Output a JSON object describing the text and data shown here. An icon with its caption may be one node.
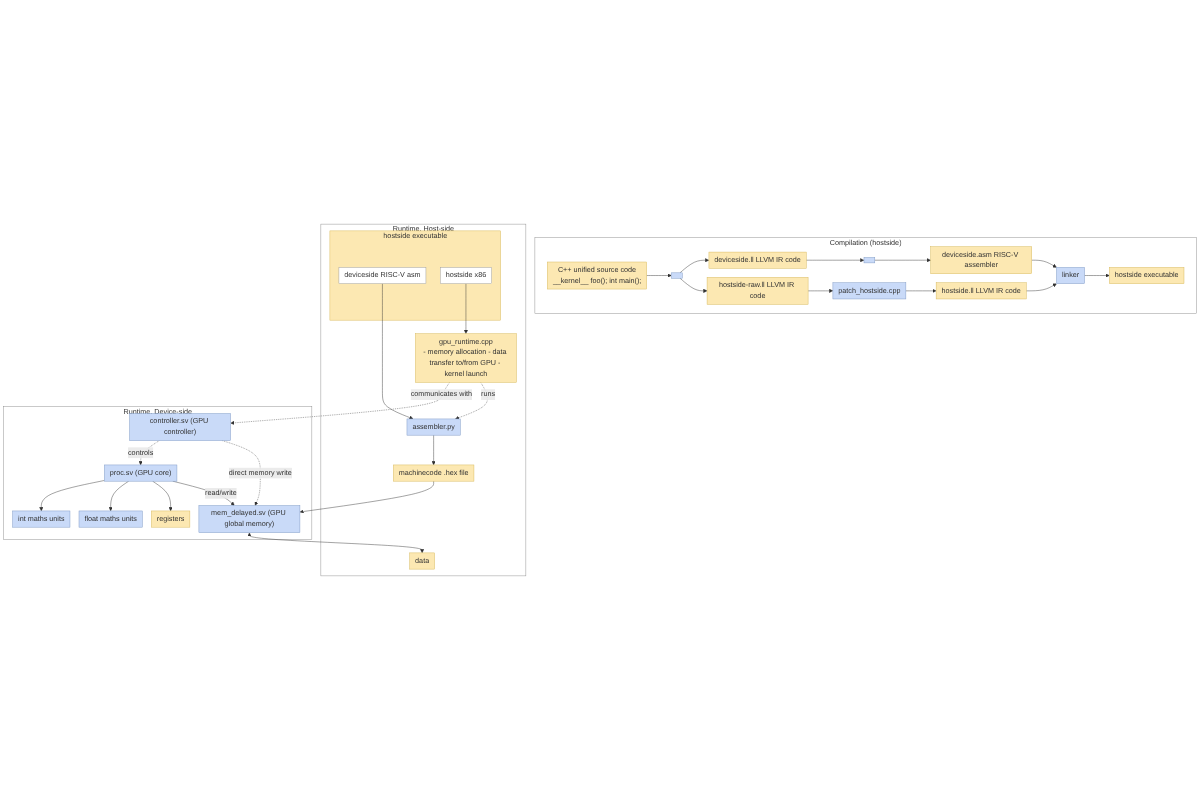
{
  "diagram": {
    "nodes": [
      {
        "text": [
          "Compilation (hostside)"
        ]
      },
      {
        "text": [
          "C++ unified source code",
          "__kernel__ foo(); int main();"
        ],
        "in": 0
      },
      {
        "text": [],
        "shape": "box",
        "in": 0
      },
      {
        "text": [
          "deviceside.ll LLVM IR code"
        ],
        "in": 0
      },
      {
        "text": [],
        "shape": "box",
        "in": 0
      },
      {
        "text": [
          "deviceside.asm RISC-V assembler"
        ],
        "in": 0
      },
      {
        "text": [
          "hostside-raw.ll LLVM IR code"
        ],
        "in": 0
      },
      {
        "text": [
          "patch_hostside.cpp"
        ],
        "in": 0
      },
      {
        "text": [
          "hostside.ll LLVM IR code"
        ],
        "in": 0
      },
      {
        "text": [
          "linker"
        ],
        "in": 0
      },
      {
        "text": [
          "hostside executable"
        ],
        "in": 0
      },
      {
        "text": [
          "Runtime, Host-side"
        ]
      },
      {
        "text": [
          "hostside executable"
        ],
        "in": 11
      },
      {
        "text": [
          "deviceside RISC-V asm"
        ],
        "in": 12
      },
      {
        "text": [
          "hostside x86"
        ],
        "in": 12
      },
      {
        "text": [
          "data"
        ],
        "in": 11
      },
      {
        "text": [
          "assembler.py"
        ],
        "in": 11
      },
      {
        "text": [
          "machinecode .hex file"
        ],
        "in": 11
      },
      {
        "text": [
          "gpu_runtime.cpp",
          "- memory allocation - data transfer to/from GPU - kernel launch"
        ],
        "in": 11
      },
      {
        "text": [
          "Runtime, Device-side"
        ]
      },
      {
        "text": [
          "mem_delayed.sv (GPU global memory)"
        ],
        "in": 19
      },
      {
        "text": [
          "controller.sv (GPU controller)"
        ],
        "in": 19
      },
      {
        "text": [
          "proc.sv (GPU core)"
        ],
        "in": 19
      },
      {
        "text": [
          "registers"
        ],
        "in": 19
      },
      {
        "text": [
          "float maths units"
        ],
        "in": 19
      },
      {
        "text": [
          "int maths units"
        ],
        "in": 19
      }
    ],
    "edges": [
      {
        "from": 1,
        "to": 2,
        "arrow": "to"
      },
      {
        "from": 2,
        "to": 3,
        "arrow": "to"
      },
      {
        "from": 2,
        "to": 6,
        "arrow": "to"
      },
      {
        "from": 3,
        "to": 4,
        "arrow": "to"
      },
      {
        "from": 4,
        "to": 5,
        "arrow": "to"
      },
      {
        "from": 5,
        "to": 9,
        "arrow": "to"
      },
      {
        "from": 6,
        "to": 7,
        "arrow": "to"
      },
      {
        "from": 7,
        "to": 8,
        "arrow": "to"
      },
      {
        "from": 8,
        "to": 9,
        "arrow": "to"
      },
      {
        "from": 9,
        "to": 10,
        "arrow": "to"
      },
      {
        "from": 13,
        "to": 16,
        "arrow": "to"
      },
      {
        "from": 16,
        "to": 17,
        "arrow": "to"
      },
      {
        "from": 14,
        "to": 18,
        "arrow": "to"
      },
      {
        "from": 18,
        "to": 16,
        "arrow": "to",
        "label": "runs",
        "style": "dashed"
      },
      {
        "from": 18,
        "to": 21,
        "arrow": "to",
        "label": "communicates with",
        "style": "dashed"
      },
      {
        "from": 21,
        "to": 20,
        "arrow": "to",
        "label": "direct memory write",
        "style": "dashed"
      },
      {
        "from": 21,
        "to": 22,
        "arrow": "to",
        "label": "controls",
        "style": "dashed"
      },
      {
        "from": 22,
        "to": 20,
        "arrow": "to",
        "label": "read/write"
      },
      {
        "from": 22,
        "to": 23,
        "arrow": "to"
      },
      {
        "from": 22,
        "to": 24,
        "arrow": "to"
      },
      {
        "from": 22,
        "to": 25,
        "arrow": "to"
      },
      {
        "from": 20,
        "to": 15,
        "arrow": "both"
      },
      {
        "from": 17,
        "to": 20,
        "arrow": "to"
      }
    ]
  }
}
